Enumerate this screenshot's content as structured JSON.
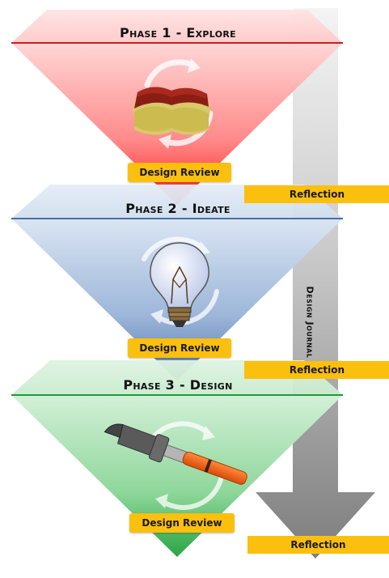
{
  "phases": [
    {
      "title": "Phase 1 - Explore",
      "icon": "sponge-icon",
      "color": "#ff5a5a",
      "line_color": "#cc1f1f"
    },
    {
      "title": "Phase 2 - Ideate",
      "icon": "lightbulb-icon",
      "color": "#7a9ccc",
      "line_color": "#4a6fa5"
    },
    {
      "title": "Phase 3 - Design",
      "icon": "hammer-icon",
      "color": "#5cc46e",
      "line_color": "#1f9a3a"
    }
  ],
  "design_review_label": "Design Review",
  "reflection_label": "Reflection",
  "journal_label": "Design Journal",
  "colors": {
    "tag": "#fbbf0e",
    "arrow": "#8f8f8f"
  }
}
